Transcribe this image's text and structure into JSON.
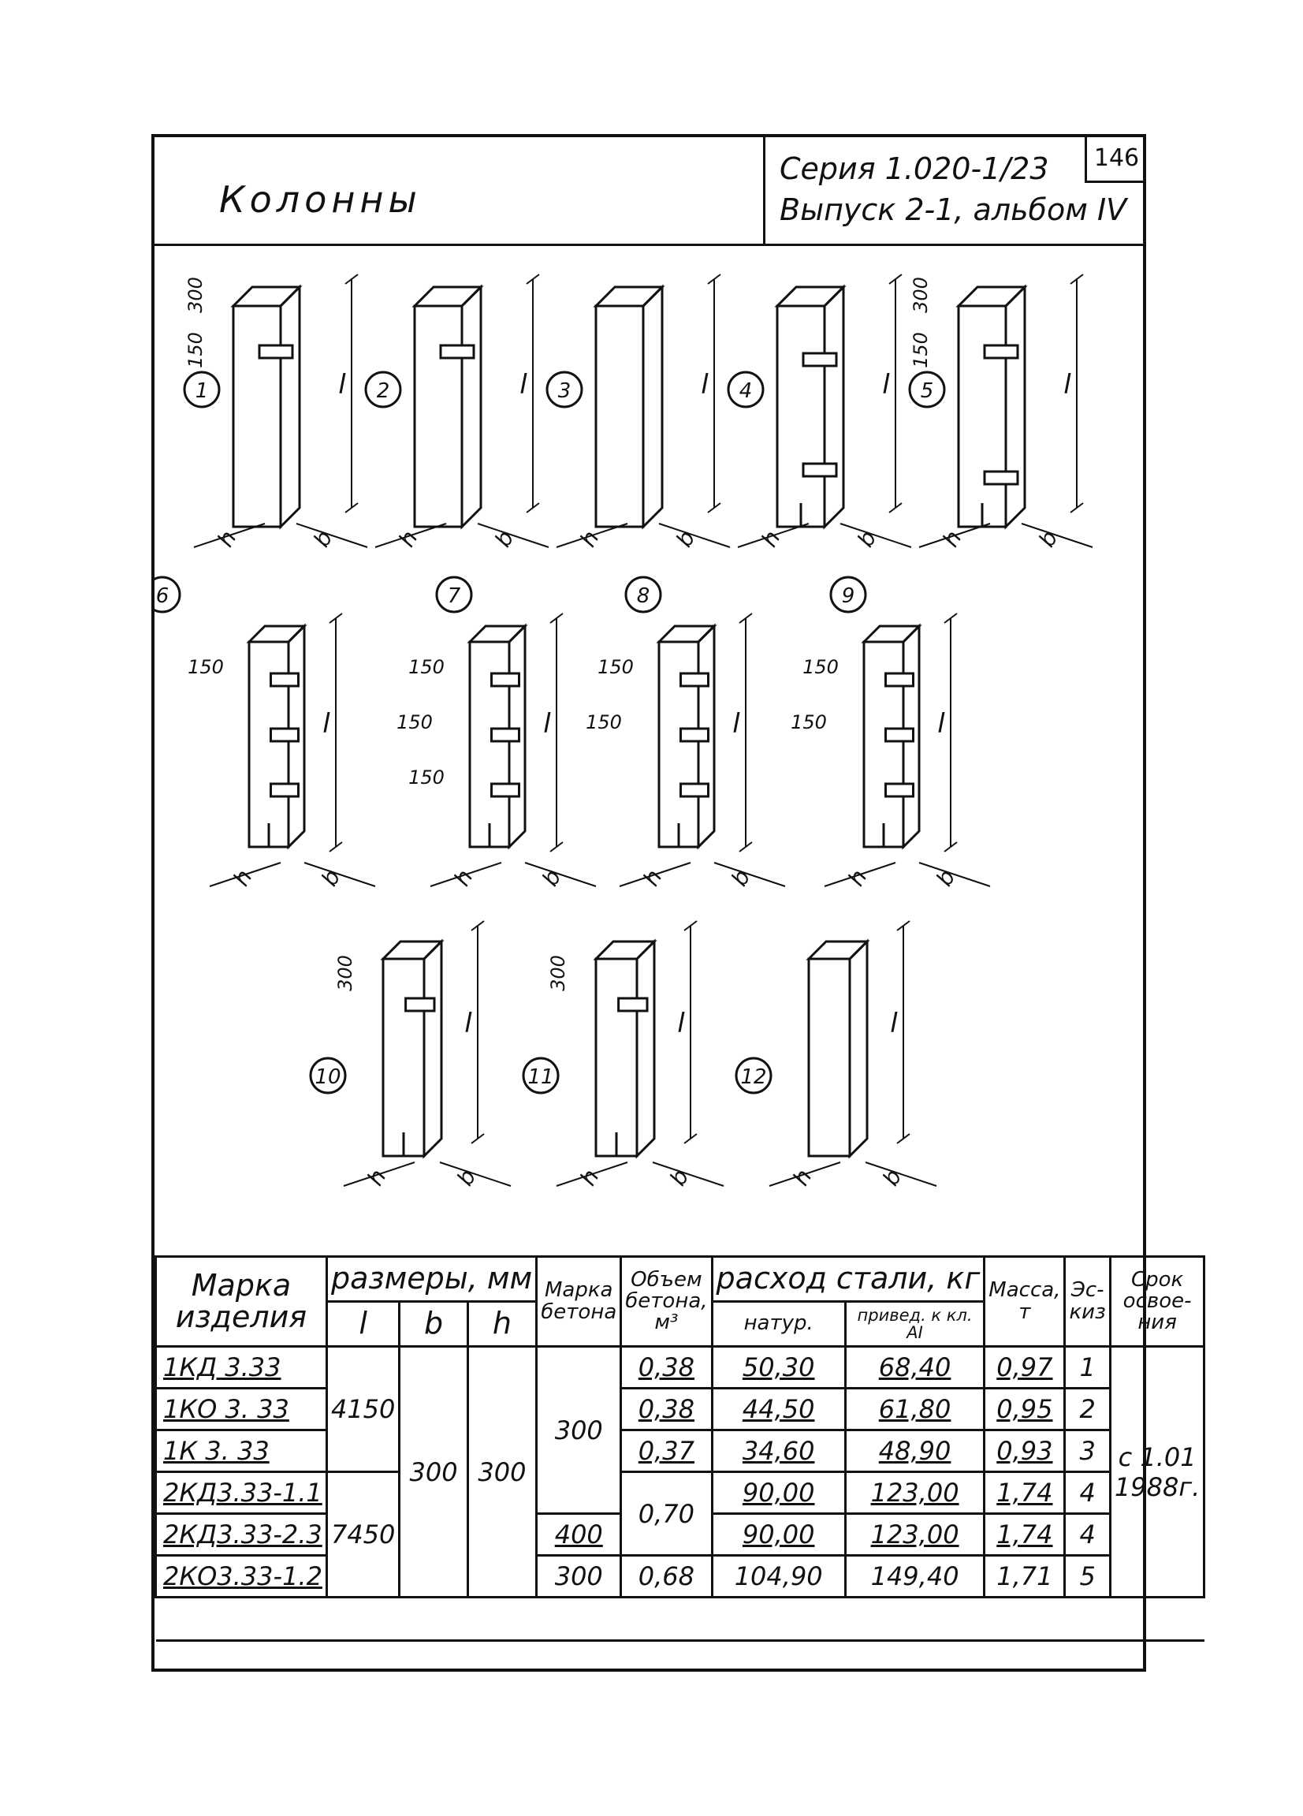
{
  "header": {
    "title": "Колонны",
    "series": "Серия 1.020-1/23",
    "issue": "Выпуск 2-1, альбом IV",
    "sheet_number": "146"
  },
  "drawing": {
    "length_label": "l",
    "width_label": "b",
    "height_label": "h",
    "row1": [
      {
        "num": "1",
        "dims": [
          "300",
          "150"
        ]
      },
      {
        "num": "2"
      },
      {
        "num": "3"
      },
      {
        "num": "4"
      },
      {
        "num": "5",
        "dims": [
          "300",
          "150"
        ]
      }
    ],
    "row2": [
      {
        "num": "6",
        "dims": [
          "150"
        ]
      },
      {
        "num": "7",
        "dims": [
          "150",
          "150",
          "150"
        ]
      },
      {
        "num": "8",
        "dims": [
          "150",
          "150"
        ]
      },
      {
        "num": "9",
        "dims": [
          "150",
          "150"
        ]
      }
    ],
    "row3": [
      {
        "num": "10",
        "dims": [
          "300"
        ]
      },
      {
        "num": "11",
        "dims": [
          "300"
        ]
      },
      {
        "num": "12"
      }
    ]
  },
  "table": {
    "headers": {
      "mark": "Марка изделия",
      "sizes": "размеры, мм",
      "l": "l",
      "b": "b",
      "h": "h",
      "concrete_grade": "Марка бетона",
      "concrete_volume": "Объем бетона, м³",
      "steel": "расход стали, кг",
      "steel_natural": "натур.",
      "steel_reduced": "привед. к кл. АI",
      "mass": "Масса, т",
      "sketch": "Эс-киз",
      "term": "Срок освое-ния"
    },
    "rows": [
      {
        "mark": "1КД 3.33",
        "volume": "0,38",
        "natural": "50,30",
        "reduced": "68,40",
        "mass": "0,97",
        "sketch": "1"
      },
      {
        "mark": "1КО 3. 33",
        "volume": "0,38",
        "natural": "44,50",
        "reduced": "61,80",
        "mass": "0,95",
        "sketch": "2"
      },
      {
        "mark": "1К 3. 33",
        "volume": "0,37",
        "natural": "34,60",
        "reduced": "48,90",
        "mass": "0,93",
        "sketch": "3"
      },
      {
        "mark": "2КД3.33-1.1",
        "natural": "90,00",
        "reduced": "123,00",
        "mass": "1,74",
        "sketch": "4"
      },
      {
        "mark": "2КД3.33-2.3",
        "natural": "90,00",
        "reduced": "123,00",
        "mass": "1,74",
        "sketch": "4"
      },
      {
        "mark": "2КО3.33-1.2",
        "volume": "0,68",
        "natural": "104,90",
        "reduced": "149,40",
        "mass": "1,71",
        "sketch": "5"
      }
    ],
    "merged": {
      "l_group1": "4150",
      "l_group2": "7450",
      "b": "300",
      "h": "300",
      "grade_group1": "300",
      "grade_400": "400",
      "grade_300b": "300",
      "volume_merged": "0,70",
      "term_line1": "с 1.01",
      "term_line2": "1988г."
    }
  }
}
